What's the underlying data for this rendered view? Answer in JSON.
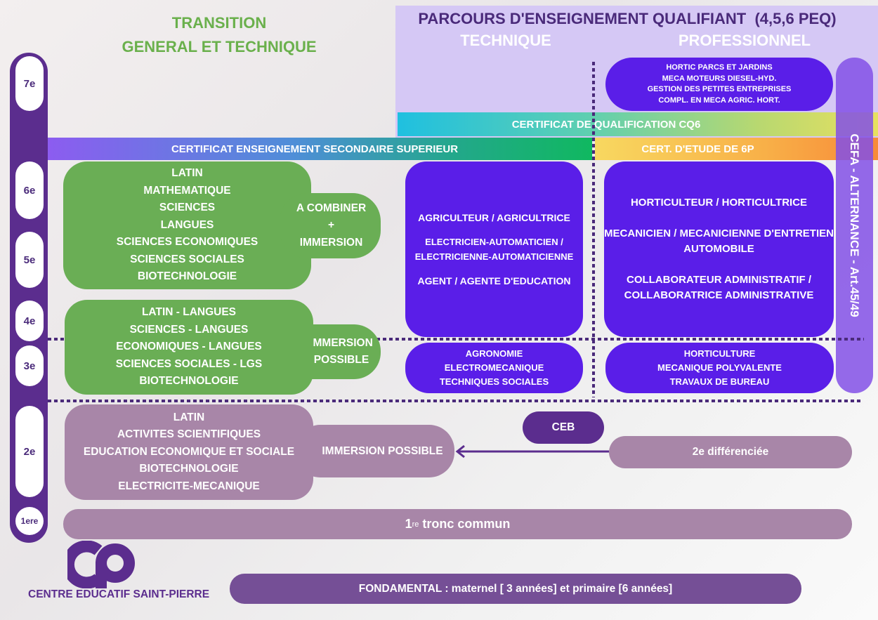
{
  "colors": {
    "dark_purple": "#5b2d8e",
    "green": "#6aae55",
    "violet": "#5a1ee8",
    "mauve": "#a886a8",
    "lavender": "#d5c8f5"
  },
  "left_title": {
    "line1": "TRANSITION",
    "line2": "GENERAL ET TECHNIQUE"
  },
  "right_title": {
    "main": "PARCOURS D'ENSEIGNEMENT QUALIFIANT  (4,5,6 PEQ)",
    "technique": "TECHNIQUE",
    "professionnel": "PROFESSIONNEL"
  },
  "years": [
    "7e",
    "6e",
    "5e",
    "4e",
    "3e",
    "2e",
    "1ere"
  ],
  "seventh_pro": [
    "HORTIC PARCS ET JARDINS",
    "MECA MOTEURS DIESEL-HYD.",
    "GESTION DES PETITES ENTREPRISES",
    "COMPL. EN MECA AGRIC. HORT."
  ],
  "certificates": {
    "cq6": "CERTIFICAT DE QUALIFICATION CQ6",
    "cess": "CERTIFICAT ENSEIGNEMENT SECONDAIRE SUPERIEUR",
    "ce6p": "CERT. D'ETUDE DE 6P"
  },
  "cefa": "CEFA - ALTERNANCE - Art.45/49",
  "transition_56": [
    "LATIN",
    "MATHEMATIQUE",
    "SCIENCES",
    "LANGUES",
    "SCIENCES ECONOMIQUES",
    "SCIENCES SOCIALES",
    "BIOTECHNOLOGIE"
  ],
  "transition_56_side": [
    "A COMBINER",
    "+",
    "IMMERSION"
  ],
  "transition_34": [
    "LATIN - LANGUES",
    "SCIENCES - LANGUES",
    "ECONOMIQUES - LANGUES",
    "SCIENCES SOCIALES - LGS",
    "BIOTECHNOLOGIE"
  ],
  "transition_34_side": [
    "IMMERSION",
    "POSSIBLE"
  ],
  "technique_56": [
    "AGRICULTEUR / AGRICULTRICE",
    "ELECTRICIEN-AUTOMATICIEN /",
    "ELECTRICIENNE-AUTOMATICIENNE",
    "AGENT / AGENTE D'EDUCATION"
  ],
  "pro_56": [
    "HORTICULTEUR / HORTICULTRICE",
    "MECANICIEN / MECANICIENNE D'ENTRETIEN",
    "AUTOMOBILE",
    "COLLABORATEUR ADMINISTRATIF /",
    "COLLABORATRICE ADMINISTRATIVE"
  ],
  "technique_34": [
    "AGRONOMIE",
    "ELECTROMECANIQUE",
    "TECHNIQUES SOCIALES"
  ],
  "pro_34": [
    "HORTICULTURE",
    "MECANIQUE POLYVALENTE",
    "TRAVAUX DE BUREAU"
  ],
  "second": [
    "LATIN",
    "ACTIVITES SCIENTIFIQUES",
    "EDUCATION ECONOMIQUE ET SOCIALE",
    "BIOTECHNOLOGIE",
    "ELECTRICITE-MECANIQUE"
  ],
  "second_side": "IMMERSION POSSIBLE",
  "ceb": "CEB",
  "second_diff": "2e différenciée",
  "first": {
    "num": "1",
    "sup": "re",
    "text": " tronc commun"
  },
  "logo": {
    "letters": "cp",
    "name": "CENTRE EDUCATIF SAINT-PIERRE"
  },
  "fondamental": "FONDAMENTAL : maternel [ 3 années] et primaire [6 années]"
}
